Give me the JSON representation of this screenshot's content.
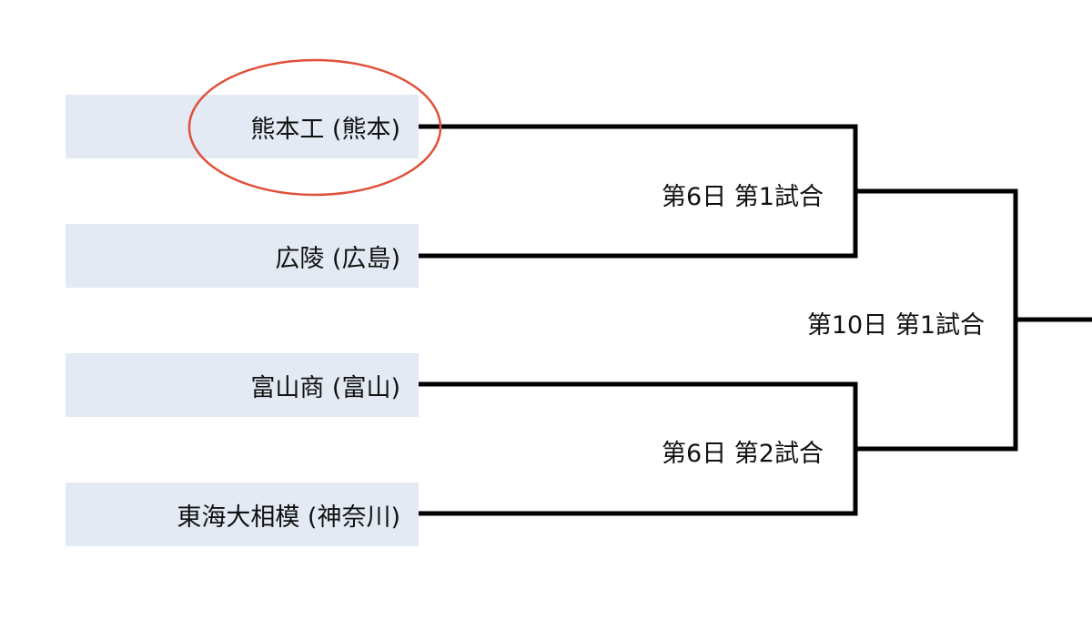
{
  "teams": [
    {
      "name": "熊本工 (熊本)"
    },
    {
      "name": "広陵 (広島)"
    },
    {
      "name": "富山商 (富山)"
    },
    {
      "name": "東海大相模 (神奈川)"
    }
  ],
  "matches": [
    {
      "label": "第6日 第1試合"
    },
    {
      "label": "第6日 第2試合"
    },
    {
      "label": "第10日 第1試合"
    }
  ],
  "highlight": {
    "team_index": 0,
    "color": "#e0503a"
  },
  "line_color": "#000000"
}
